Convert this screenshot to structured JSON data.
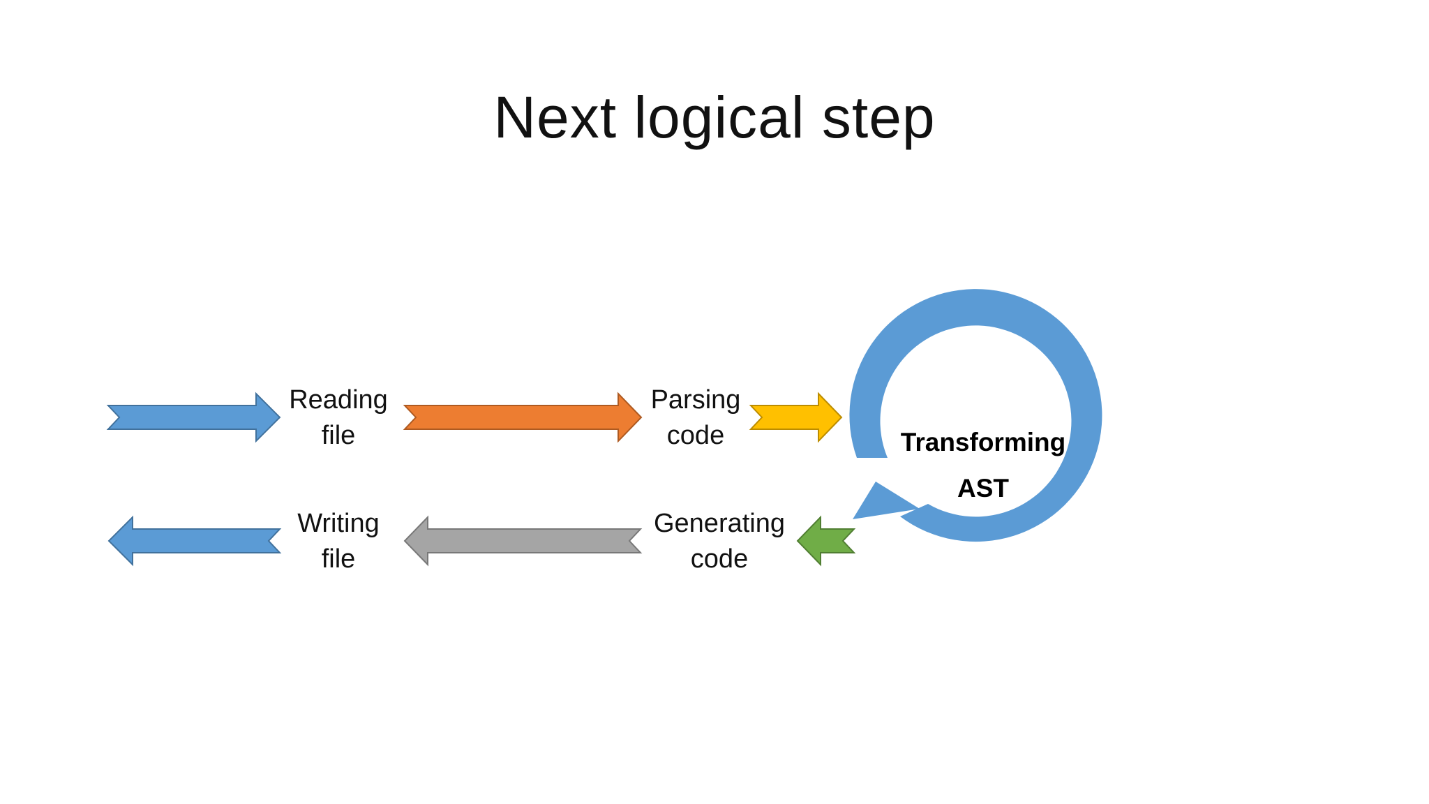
{
  "slide": {
    "title": "Next logical step"
  },
  "steps": {
    "reading": {
      "line1": "Reading",
      "line2": "file"
    },
    "parsing": {
      "line1": "Parsing",
      "line2": "code"
    },
    "transforming": {
      "line1": "Transforming",
      "line2": "AST"
    },
    "generating": {
      "line1": "Generating",
      "line2": "code"
    },
    "writing": {
      "line1": "Writing",
      "line2": "file"
    }
  },
  "colors": {
    "blue": "#5B9BD5",
    "orange": "#ED7D31",
    "yellow": "#FFC000",
    "green": "#70AD47",
    "gray": "#A5A5A5"
  }
}
